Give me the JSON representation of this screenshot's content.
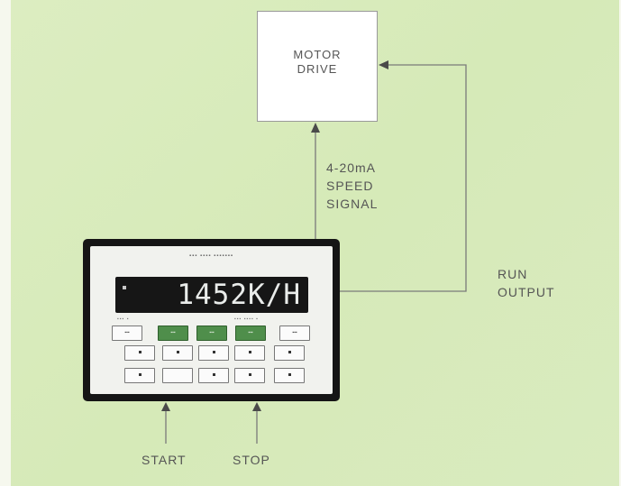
{
  "diagram": {
    "motor_drive": {
      "label_line1": "MOTOR",
      "label_line2": "DRIVE"
    },
    "speed_signal": {
      "line1": "4-20mA",
      "line2": "SPEED",
      "line3": "SIGNAL"
    },
    "run_output": {
      "line1": "RUN",
      "line2": "OUTPUT"
    },
    "start_label": "START",
    "stop_label": "STOP",
    "controller": {
      "display_value": "1452K/H"
    }
  },
  "colors": {
    "background": "#d9ebbf",
    "wire": "#7a7a7a",
    "green_key": "#4f8e4b",
    "bezel": "#151515"
  }
}
